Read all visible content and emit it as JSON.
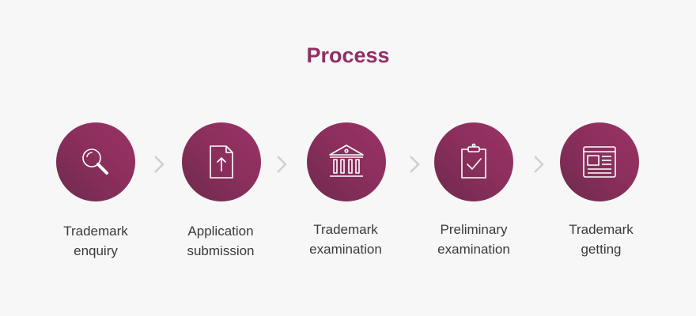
{
  "title": "Process",
  "steps": [
    {
      "line1": "Trademark",
      "line2": "enquiry",
      "icon": "magnifier-icon"
    },
    {
      "line1": "Application",
      "line2": "submission",
      "icon": "document-upload-icon"
    },
    {
      "line1": "Trademark",
      "line2": "examination",
      "icon": "institution-building-icon"
    },
    {
      "line1": "Preliminary",
      "line2": "examination",
      "icon": "clipboard-check-icon"
    },
    {
      "line1": "Trademark",
      "line2": "getting",
      "icon": "certificate-icon"
    }
  ],
  "colors": {
    "accent": "#8f2f63",
    "circle_dark": "#6e2a4d",
    "circle_light": "#9a3365",
    "chevron": "#cfcfcf",
    "background": "#f7f7f7",
    "text": "#3a3a3a"
  }
}
